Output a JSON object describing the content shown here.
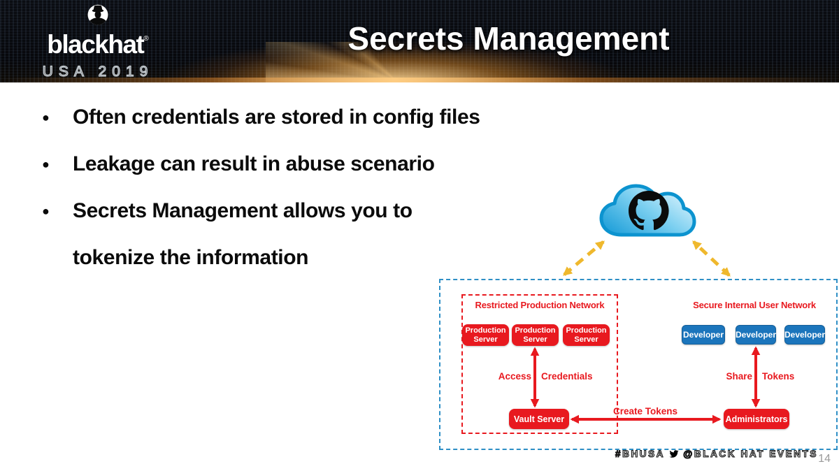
{
  "header": {
    "logo": {
      "icon": "blackhat-figure-icon",
      "brand": "blackhat",
      "registered": "®",
      "subtitle": "USA 2019"
    },
    "title": "Secrets Management"
  },
  "bullets": {
    "rows": [
      {
        "marker": "●",
        "text": "Often credentials are stored in config files"
      },
      {
        "marker": "●",
        "text": "Leakage can result in abuse scenario"
      },
      {
        "marker": "●",
        "text": "Secrets Management allows you to"
      },
      {
        "marker": "",
        "text": "tokenize the information"
      }
    ]
  },
  "diagram": {
    "cloud_icon": "github-cloud-icon",
    "production_network": {
      "label": "Restricted Production Network",
      "servers": [
        "Production Server",
        "Production Server",
        "Production Server"
      ],
      "vault_server": "Vault Server",
      "arrow_word1": "Access",
      "arrow_word2": "Credentials"
    },
    "user_network": {
      "label": "Secure Internal User Network",
      "developers": [
        "Developer",
        "Developer",
        "Developer"
      ],
      "administrators": "Administrators",
      "arrow_word1": "Share",
      "arrow_word2": "Tokens"
    },
    "create_tokens_label": "Create Tokens",
    "colors": {
      "red": "#E8191F",
      "blue": "#1B75BC",
      "outer_dashed_border": "#2E8FC6",
      "yellow_arrow": "#EFB82D",
      "cloud_stroke": "#0C93CF"
    }
  },
  "footer": {
    "hashtag": "#BHUSA",
    "twitter_icon": "twitter-bird-icon",
    "handle": "@BLACK HAT EVENTS",
    "page_number": "14"
  }
}
